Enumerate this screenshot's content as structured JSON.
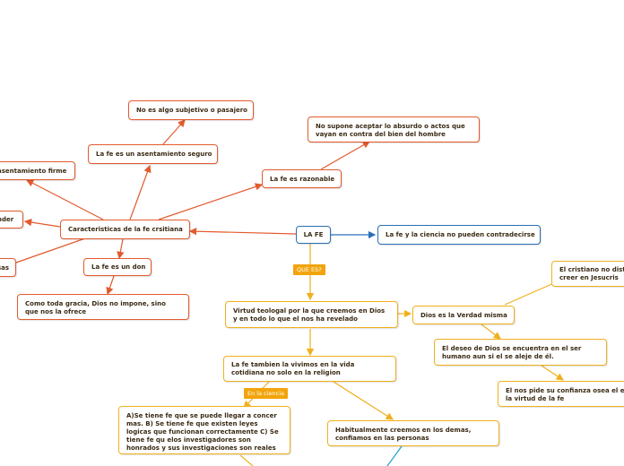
{
  "colors": {
    "red": "#e35a2e",
    "gold": "#f0b01e",
    "blue": "#2b6fb5",
    "tag": "#f2a40c",
    "teal": "#1ba1d1"
  },
  "nodes": {
    "central": "LA FE",
    "caracteristicas": "Caracteristicas de la fe crsitiana",
    "no_subjetivo": "No es algo subjetivo o pasajero",
    "asentamiento_seguro": "La fe es un asentamiento seguro",
    "asentamiento_firme": "asentamiento firme",
    "nder": "nder",
    "sas": "sas",
    "razonable": "La fe es razonable",
    "no_absurdo": "No supone aceptar lo absurdo o actos que vayan en contra del bien del hombre",
    "don": "La fe es un don",
    "como_toda_gracia": "Como toda gracia, Dios no impone, sino que nos la ofrece",
    "ciencia_no_contradice": "La fe y la ciencia no pueden contradecirse",
    "virtud_teologal": "Virtud teologal por la que creemos en Dios y en todo lo que el nos ha revelado",
    "verdad_misma": "Dios es la Verdad misma",
    "cristiano_no_dist": "El cristiano no dist y creer en Jesucris",
    "deseo_de_dios": "El deseo de Dios se encuentra en el ser humano aun si el se aleje de él.",
    "nos_pide": "El nos pide su confianza osea el ej la virtud de la fe",
    "vida_cotidiana": "La fe tambien la vivimos en la vida cotidiana no solo en la religion",
    "abc": "A)Se tiene fe que se puede llegar a concer mas. B) Se tiene fe que existen leyes logicas que funcionan correctamente C) Se tiene fe qu elos investigadores son honrados y sus investigaciones son reales",
    "habitualmente": "Habitualmente creemos en los demas, confiamos en las personas"
  },
  "tags": {
    "que_es": "QUE ES?",
    "en_la_ciencia": "En la ciencia"
  }
}
